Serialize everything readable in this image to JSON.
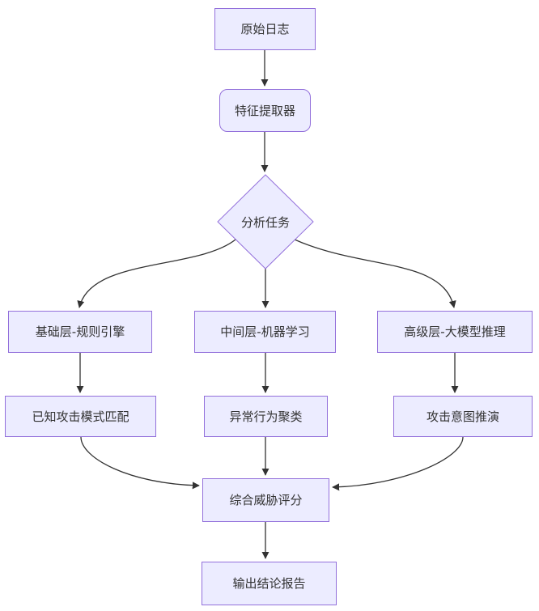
{
  "diagram": {
    "type": "flowchart",
    "direction": "top-down",
    "colors": {
      "node_fill": "#ECECFF",
      "node_border": "#9370DB",
      "edge_line": "#333333",
      "text": "#333333",
      "background": "#ffffff"
    },
    "nodes": [
      {
        "id": "raw_logs",
        "label": "原始日志",
        "shape": "rect"
      },
      {
        "id": "feature_extractor",
        "label": "特征提取器",
        "shape": "rounded-rect"
      },
      {
        "id": "analysis_task",
        "label": "分析任务",
        "shape": "diamond"
      },
      {
        "id": "base_rule_engine",
        "label": "基础层-规则引擎",
        "shape": "rect"
      },
      {
        "id": "middle_ml",
        "label": "中间层-机器学习",
        "shape": "rect"
      },
      {
        "id": "advanced_llm",
        "label": "高级层-大模型推理",
        "shape": "rect"
      },
      {
        "id": "known_attack",
        "label": "已知攻击模式匹配",
        "shape": "rect"
      },
      {
        "id": "anomaly_cluster",
        "label": "异常行为聚类",
        "shape": "rect"
      },
      {
        "id": "attack_intent",
        "label": "攻击意图推演",
        "shape": "rect"
      },
      {
        "id": "threat_score",
        "label": "综合威胁评分",
        "shape": "rect"
      },
      {
        "id": "output_report",
        "label": "输出结论报告",
        "shape": "rect"
      }
    ],
    "edges": [
      {
        "from": "raw_logs",
        "to": "feature_extractor"
      },
      {
        "from": "feature_extractor",
        "to": "analysis_task"
      },
      {
        "from": "analysis_task",
        "to": "base_rule_engine"
      },
      {
        "from": "analysis_task",
        "to": "middle_ml"
      },
      {
        "from": "analysis_task",
        "to": "advanced_llm"
      },
      {
        "from": "base_rule_engine",
        "to": "known_attack"
      },
      {
        "from": "middle_ml",
        "to": "anomaly_cluster"
      },
      {
        "from": "advanced_llm",
        "to": "attack_intent"
      },
      {
        "from": "known_attack",
        "to": "threat_score"
      },
      {
        "from": "anomaly_cluster",
        "to": "threat_score"
      },
      {
        "from": "attack_intent",
        "to": "threat_score"
      },
      {
        "from": "threat_score",
        "to": "output_report"
      }
    ]
  }
}
